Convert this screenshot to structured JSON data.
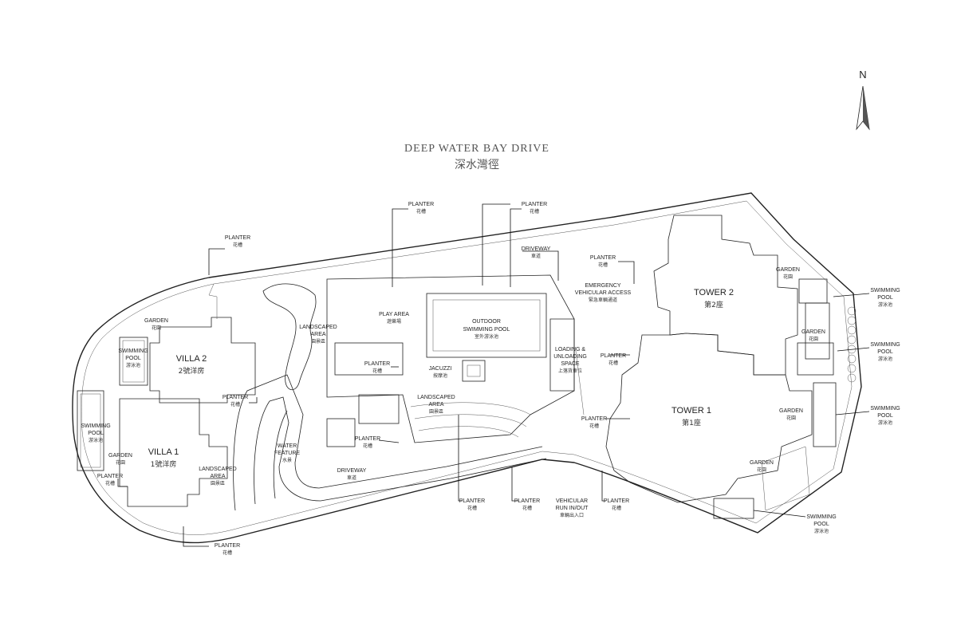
{
  "road": {
    "name_en": "DEEP WATER BAY DRIVE",
    "name_cn": "深水灣徑"
  },
  "north": {
    "label": "N"
  },
  "labels": {
    "planter_tl": {
      "en": "PLANTER",
      "cn": "花槽"
    },
    "planter_top1": {
      "en": "PLANTER",
      "cn": "花槽"
    },
    "planter_top2": {
      "en": "PLANTER",
      "cn": "花槽"
    },
    "driveway_top": {
      "en": "DRIVEWAY",
      "cn": "車道"
    },
    "planter_t2": {
      "en": "PLANTER",
      "cn": "花槽"
    },
    "emergency": {
      "en1": "EMERGENCY",
      "en2": "VEHICULAR ACCESS",
      "cn": "緊急車輛通道"
    },
    "garden_villa2": {
      "en": "GARDEN",
      "cn": "花園"
    },
    "pool_villa2": {
      "en1": "SWIMMING",
      "en2": "POOL",
      "cn": "游泳池"
    },
    "villa2": {
      "en": "VILLA 2",
      "cn": "2號洋房"
    },
    "landscaped_1": {
      "en1": "LANDSCAPED",
      "en2": "AREA",
      "cn": "園景區"
    },
    "play_area": {
      "en": "PLAY AREA",
      "cn": "遊樂場"
    },
    "outdoor_pool": {
      "en1": "OUTDOOR",
      "en2": "SWIMMING POOL",
      "cn": "室外游泳池"
    },
    "planter_mid1": {
      "en": "PLANTER",
      "cn": "花槽"
    },
    "jacuzzi": {
      "en": "JACUZZI",
      "cn": "按摩池"
    },
    "loading": {
      "en1": "LOADING &",
      "en2": "UNLOADING",
      "en3": "SPACE",
      "cn": "上落貨車位"
    },
    "planter_mid2": {
      "en": "PLANTER",
      "cn": "花槽"
    },
    "tower2": {
      "en": "TOWER 2",
      "cn": "第2座"
    },
    "tower1": {
      "en": "TOWER 1",
      "cn": "第1座"
    },
    "garden_t2a": {
      "en": "GARDEN",
      "cn": "花園"
    },
    "garden_t2b": {
      "en": "GARDEN",
      "cn": "花園"
    },
    "garden_t1a": {
      "en": "GARDEN",
      "cn": "花園"
    },
    "garden_t1b": {
      "en": "GARDEN",
      "cn": "花園"
    },
    "pool_r1": {
      "en1": "SWIMMING",
      "en2": "POOL",
      "cn": "游泳池"
    },
    "pool_r2": {
      "en1": "SWIMMING",
      "en2": "POOL",
      "cn": "游泳池"
    },
    "pool_r3": {
      "en1": "SWIMMING",
      "en2": "POOL",
      "cn": "游泳池"
    },
    "pool_r4": {
      "en1": "SWIMMING",
      "en2": "POOL",
      "cn": "游泳池"
    },
    "planter_villa": {
      "en": "PLANTER",
      "cn": "花槽"
    },
    "pool_villa1": {
      "en1": "SWIMMING",
      "en2": "POOL",
      "cn": "游泳池"
    },
    "garden_villa1": {
      "en": "GARDEN",
      "cn": "花園"
    },
    "villa1": {
      "en": "VILLA 1",
      "cn": "1號洋房"
    },
    "planter_v1": {
      "en": "PLANTER",
      "cn": "花槽"
    },
    "landscaped_2": {
      "en1": "LANDSCAPED",
      "en2": "AREA",
      "cn": "園景區"
    },
    "landscaped_3": {
      "en1": "LANDSCAPED",
      "en2": "AREA",
      "cn": "園景區"
    },
    "water_feature": {
      "en1": "WATER",
      "en2": "FEATURE",
      "cn": "水景"
    },
    "planter_mid3": {
      "en": "PLANTER",
      "cn": "花槽"
    },
    "driveway_bot": {
      "en": "DRIVEWAY",
      "cn": "車道"
    },
    "planter_t1": {
      "en": "PLANTER",
      "cn": "花槽"
    },
    "planter_b1": {
      "en": "PLANTER",
      "cn": "花槽"
    },
    "planter_b2": {
      "en": "PLANTER",
      "cn": "花槽"
    },
    "vehicular": {
      "en1": "VEHICULAR",
      "en2": "RUN IN/OUT",
      "cn": "車輛出入口"
    },
    "planter_b3": {
      "en": "PLANTER",
      "cn": "花槽"
    },
    "planter_bl": {
      "en": "PLANTER",
      "cn": "花槽"
    }
  }
}
